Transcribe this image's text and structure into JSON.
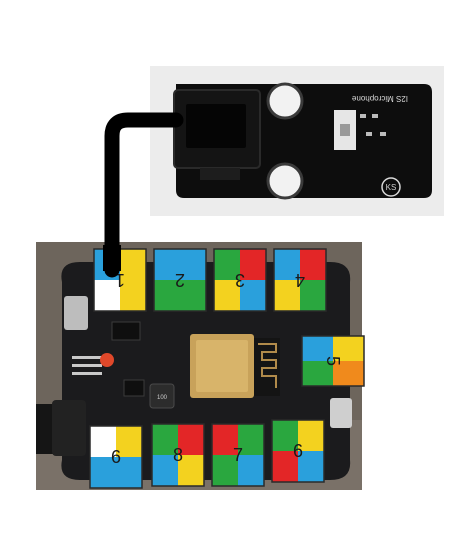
{
  "microphone_module": {
    "label": "I2S Microphone",
    "logo": "KS"
  },
  "mainboard": {
    "inductor_label": "100",
    "ports": [
      {
        "number": "1",
        "colors": [
          "#2aa0dc",
          "#f3d21f",
          "#ffffff",
          "#f3d21f"
        ]
      },
      {
        "number": "2",
        "colors": [
          "#2aa0dc",
          "#2aa0dc",
          "#2aa73f",
          "#2aa73f"
        ]
      },
      {
        "number": "3",
        "colors": [
          "#2aa73f",
          "#e32627",
          "#f3d21f",
          "#2aa0dc"
        ]
      },
      {
        "number": "4",
        "colors": [
          "#2aa0dc",
          "#e32627",
          "#f3d21f",
          "#2aa73f"
        ]
      },
      {
        "number": "5",
        "colors": [
          "#2aa0dc",
          "#f3d21f",
          "#2aa73f",
          "#f08a1c"
        ]
      },
      {
        "number": "6",
        "colors": [
          "#ffffff",
          "#f3d21f",
          "#2aa0dc",
          "#2aa0dc"
        ]
      },
      {
        "number": "8",
        "colors": [
          "#2aa73f",
          "#e32627",
          "#2aa0dc",
          "#f3d21f"
        ]
      },
      {
        "number": "7",
        "colors": [
          "#e32627",
          "#2aa73f",
          "#2aa73f",
          "#2aa0dc"
        ]
      },
      {
        "number": "6",
        "colors": [
          "#2aa73f",
          "#f3d21f",
          "#e32627",
          "#2aa0dc"
        ]
      }
    ]
  }
}
